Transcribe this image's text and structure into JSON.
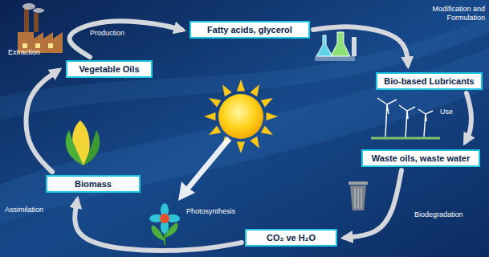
{
  "diagram": {
    "nodes": [
      {
        "text": [
          "Vegetable Oils"
        ]
      },
      {
        "text": [
          "Fatty acids, glycerol"
        ]
      },
      {
        "text": [
          "Bio-based Lubricants"
        ]
      },
      {
        "text": [
          "Waste oils, waste water"
        ]
      },
      {
        "text": [
          "CO₂ ve H₂O"
        ]
      },
      {
        "text": [
          "Biomass"
        ]
      }
    ],
    "edges": [
      {
        "from": 0,
        "to": 1,
        "label": "Production",
        "arrow": "to"
      },
      {
        "from": 1,
        "to": 2,
        "label": "Modification and Formulation",
        "arrow": "to"
      },
      {
        "from": 2,
        "to": 3,
        "label": "Use",
        "arrow": "to"
      },
      {
        "from": 3,
        "to": 4,
        "label": "Biodegradation",
        "arrow": "to"
      },
      {
        "from": 4,
        "to": 5,
        "label": "Assimilation",
        "arrow": "to"
      },
      {
        "from": 5,
        "to": 0,
        "label": "Extraction",
        "arrow": "to"
      }
    ],
    "labels": [
      "Photosynthesis"
    ]
  }
}
